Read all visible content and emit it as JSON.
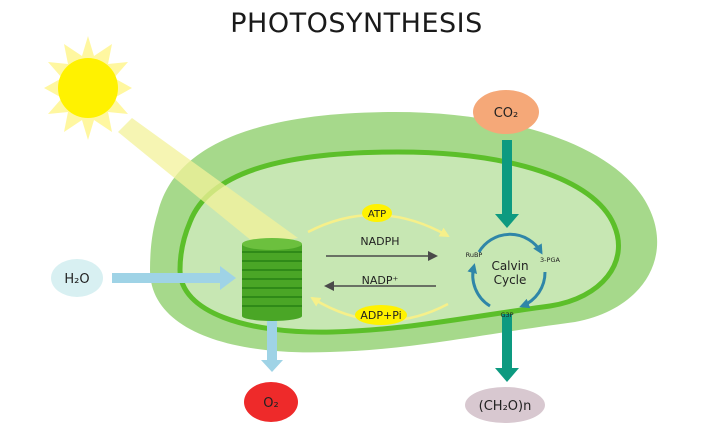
{
  "title": "PHOTOSYNTHESIS",
  "inputs": {
    "water": "H₂O",
    "carbon_dioxide": "CO₂"
  },
  "outputs": {
    "oxygen": "O₂",
    "carbohydrate": "(CH₂O)n"
  },
  "cycle_arrows": {
    "atp": "ATP",
    "nadph": "NADPH",
    "nadp": "NADP⁺",
    "adp_pi": "ADP+Pi"
  },
  "calvin_cycle": {
    "label_line1": "Calvin",
    "label_line2": "Cycle",
    "rubp": "RuBP",
    "pga": "3-PGA",
    "g3p": "G3P"
  },
  "colors": {
    "sun": "#fff200",
    "chloroplast_outer": "#a6d98b",
    "chloroplast_membrane": "#5cbf2a",
    "stroma": "#c7e7b3",
    "thylakoid": "#4aa626",
    "water_arrow": "#9fd3e6",
    "co2_bubble": "#f5a878",
    "co2_arrow": "#0d9a80",
    "oxygen_bubble": "#ee2a2a",
    "carb_bubble": "#d8c8d0",
    "water_bubble": "#d8f0f2",
    "atp_badge": "#fff200",
    "cycle_arrow": "#2f86a8"
  }
}
